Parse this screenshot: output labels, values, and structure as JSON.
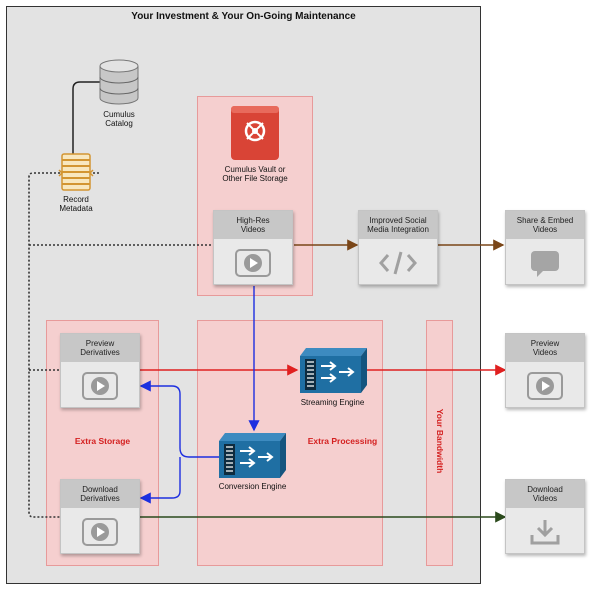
{
  "diagram": {
    "title": "Your Investment & Your On-Going Maintenance",
    "nodes": {
      "catalog": "Cumulus\nCatalog",
      "record_metadata": "Record\nMetadata",
      "vault": "Cumulus Vault or\nOther File Storage",
      "high_res": "High-Res\nVideos",
      "social": "Improved Social\nMedia Integration",
      "share": "Share & Embed\nVideos",
      "preview_derivatives": "Preview\nDerivatives",
      "download_derivatives": "Download\nDerivatives",
      "preview_videos": "Preview\nVideos",
      "download_videos": "Download\nVideos",
      "streaming_engine": "Streaming Engine",
      "conversion_engine": "Conversion Engine"
    },
    "zones": {
      "extra_storage": "Extra Storage",
      "extra_processing": "Extra Processing",
      "bandwidth": "Your Bandwidth"
    },
    "colors": {
      "brown_arrow": "#7a4618",
      "red_arrow": "#e02020",
      "blue_arrow": "#1d2fe0",
      "green_arrow": "#2b4a1c",
      "zone_fill": "#f5cfcf",
      "vault_red": "#d94436",
      "engine_blue": "#1f6fa3"
    },
    "icons": [
      "database-icon",
      "ledger-icon",
      "vault-icon",
      "play-icon",
      "code-icon",
      "chat-icon",
      "download-icon",
      "video-engine-icon"
    ]
  }
}
